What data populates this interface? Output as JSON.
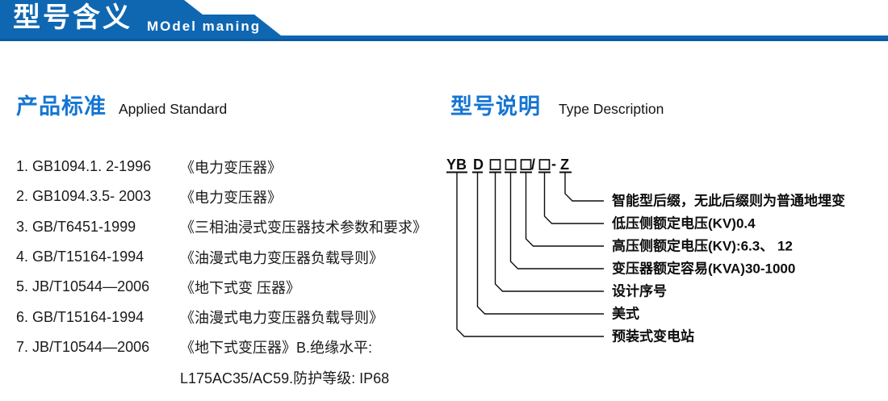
{
  "banner": {
    "title": "型号含义",
    "subtitle": "MOdel maning"
  },
  "colors": {
    "banner_blue": "#0f67b2",
    "banner_blue_dark": "#0a58a3",
    "heading_blue": "#1575d2",
    "body_text": "#1a1a1a",
    "diagram_ink": "#0d0d0d"
  },
  "left": {
    "heading_zh": "产品标准",
    "heading_en": "Applied Standard",
    "items": [
      {
        "code": "1. GB1094.1. 2-1996",
        "title": "《电力变压器》"
      },
      {
        "code": "2. GB1094.3.5- 2003",
        "title": "《电力变压器》"
      },
      {
        "code": "3. GB/T6451-1999",
        "title": "《三相油浸式变压器技术参数和要求》"
      },
      {
        "code": "4. GB/T15164-1994",
        "title": "《油漫式电力变压器负载导则》"
      },
      {
        "code": "5. JB/T10544—2006",
        "title": "《地下式变 压器》"
      },
      {
        "code": "6. GB/T15164-1994",
        "title": "《油漫式电力变压器负载导则》"
      },
      {
        "code": "7. JB/T10544—2006",
        "title": "《地下式变压器》B.绝缘水平:"
      }
    ],
    "continuation": "L175AC35/AC59.防护等级: IP68"
  },
  "right": {
    "heading_zh": "型号说明",
    "heading_en": "Type Description",
    "code_parts": {
      "yb": "YB",
      "d": "D",
      "slash": "/",
      "dash": "-",
      "z": "Z"
    },
    "labels": [
      "智能型后缀，无此后缀则为普通地埋变",
      "低压侧额定电压(KV)0.4",
      "高压侧额定电压(KV):6.3、 12",
      "变压器额定容易(KVA)30-1000",
      "设计序号",
      "美式",
      "预装式变电站"
    ]
  }
}
